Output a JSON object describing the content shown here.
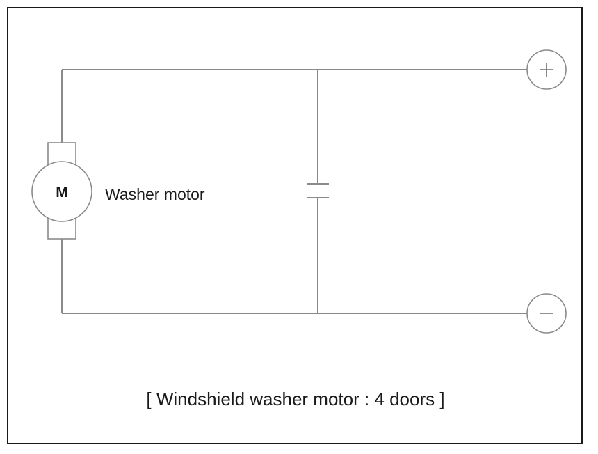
{
  "diagram": {
    "motor_symbol": "M",
    "motor_label": "Washer motor",
    "positive_terminal_icon": "plus-icon",
    "negative_terminal_icon": "minus-icon",
    "caption": "[ Windshield washer motor : 4 doors ]"
  }
}
